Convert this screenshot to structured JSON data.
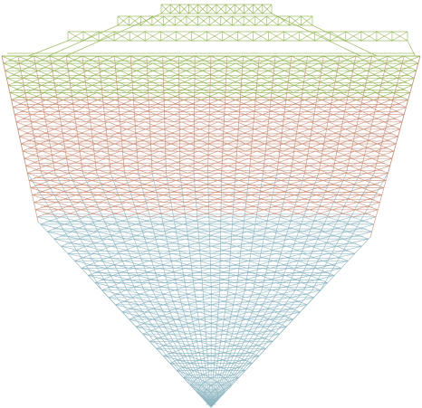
{
  "figure": {
    "kind": "wireframe space-frame lattice, inverted pyramid",
    "background": "#ffffff",
    "colors": {
      "top_band": "#8db04a",
      "middle_band": "#c98c74",
      "lower_band": "#8bb4c0"
    },
    "lattice": {
      "levels": 16,
      "lines_per_level": 26,
      "band_boundaries": [
        0.12,
        0.45,
        1.0
      ]
    }
  }
}
